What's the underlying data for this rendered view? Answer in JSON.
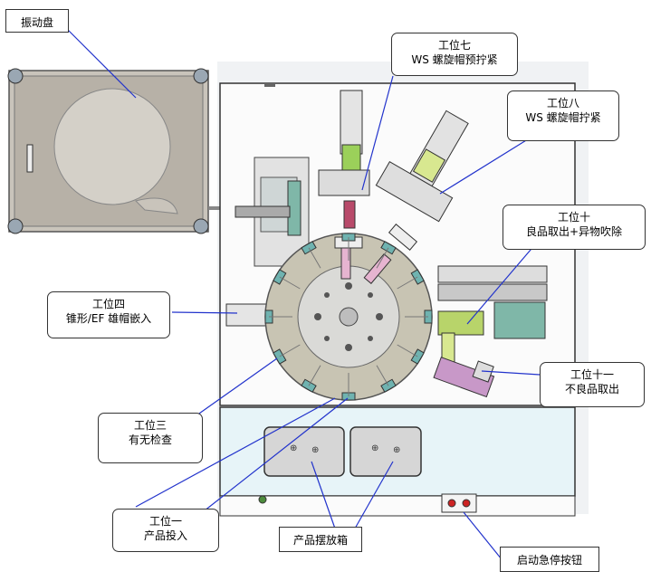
{
  "labels": {
    "vibrating_bowl": "振动盘",
    "station7": {
      "line1": "工位七",
      "line2": "WS 螺旋帽预拧紧"
    },
    "station8": {
      "line1": "工位八",
      "line2": "WS 螺旋帽拧紧"
    },
    "station10": {
      "line1": "工位十",
      "line2": "良品取出+异物吹除"
    },
    "station4": {
      "line1": "工位四",
      "line2": "锥形/EF 雄帽嵌入"
    },
    "station11": {
      "line1": "工位十一",
      "line2": "不良品取出"
    },
    "station3": {
      "line1": "工位三",
      "line2": "有无检查"
    },
    "station1": {
      "line1": "工位一",
      "line2": "产品投入"
    },
    "product_box": "产品摆放箱",
    "start_stop_button": "启动急停按钮"
  },
  "colors": {
    "frame": "#f4f4f4",
    "bowl_frame": "#b8b2a8",
    "plate": "#c7c3b3",
    "plate_center": "#dcdcd8",
    "tray_area": "#e7f4f8",
    "callout_line": "#2233cc"
  }
}
